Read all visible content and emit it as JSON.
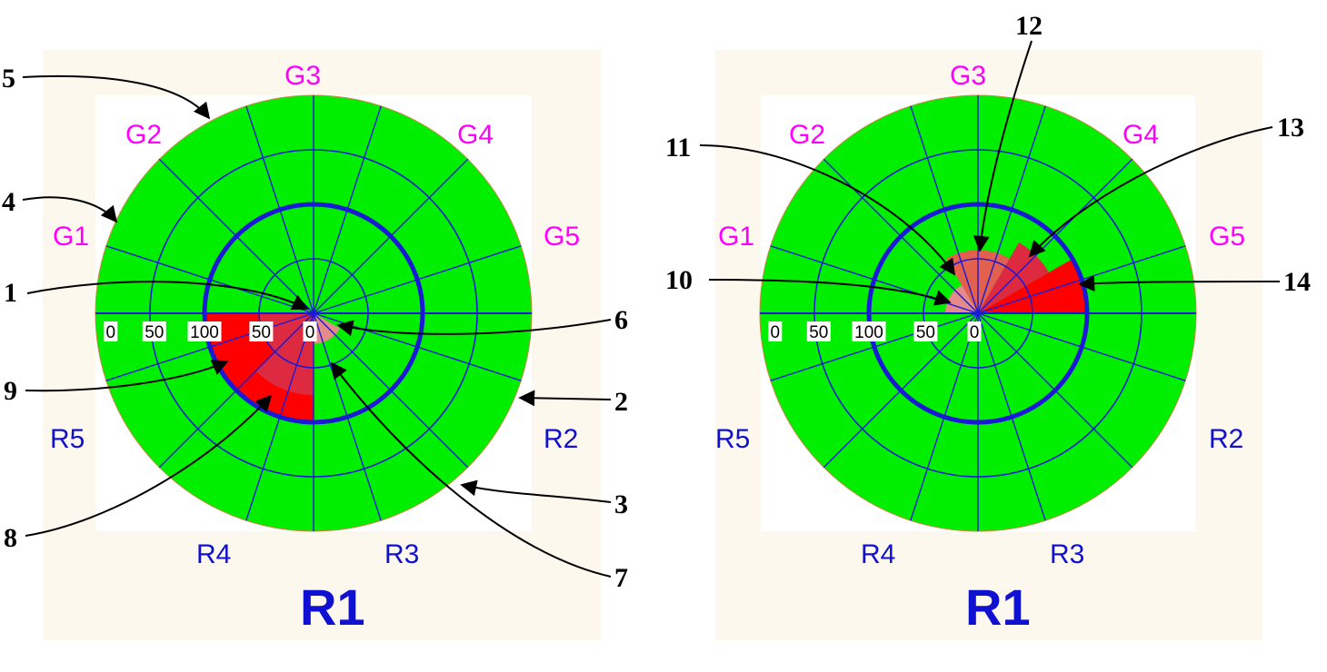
{
  "colors": {
    "panel_background": "#fdf8ee",
    "inner_background": "#ffffff",
    "disc_fill": "#00ee00",
    "grid_lines": "#1a1ad6",
    "g_labels": "#ff00ff",
    "r_labels": "#1010d0",
    "arrows": "#000000",
    "sector_red": "#ff0000",
    "sector_dark_red": "#dd2a40",
    "sector_salmon": "#e2604e",
    "sector_pink": "#e58a8a"
  },
  "panels": [
    {
      "g_labels": [
        "G1",
        "G2",
        "G3",
        "G4",
        "G5"
      ],
      "r_labels": [
        "R2",
        "R3",
        "R4",
        "R5"
      ],
      "big_label": "R1",
      "scale_ticks": [
        "0",
        "50",
        "100",
        "50",
        "0"
      ],
      "sectors": [
        {
          "name": "outer-red",
          "color": "sector_red",
          "start_deg": 180,
          "end_deg": 270,
          "r_outer": 100
        },
        {
          "name": "mid-dark-red",
          "color": "sector_dark_red",
          "start_deg": 225,
          "end_deg": 270,
          "r_outer": 75
        },
        {
          "name": "inner-dark-red",
          "color": "sector_dark_red",
          "start_deg": 180,
          "end_deg": 270,
          "r_outer": 50
        },
        {
          "name": "center-pink",
          "color": "sector_pink",
          "start_deg": 270,
          "end_deg": 330,
          "r_outer": 28
        }
      ]
    },
    {
      "g_labels": [
        "G1",
        "G2",
        "G3",
        "G4",
        "G5"
      ],
      "r_labels": [
        "R2",
        "R3",
        "R4",
        "R5"
      ],
      "big_label": "R1",
      "scale_ticks": [
        "0",
        "50",
        "100",
        "50",
        "0"
      ],
      "sectors": [
        {
          "name": "salmon",
          "color": "sector_salmon",
          "start_deg": 60,
          "end_deg": 120,
          "r_outer": 58
        },
        {
          "name": "dark-red",
          "color": "sector_dark_red",
          "start_deg": 30,
          "end_deg": 60,
          "r_outer": 75
        },
        {
          "name": "red",
          "color": "sector_red",
          "start_deg": 0,
          "end_deg": 30,
          "r_outer": 100
        },
        {
          "name": "pink",
          "color": "sector_pink",
          "start_deg": 120,
          "end_deg": 180,
          "r_outer": 30
        }
      ]
    }
  ],
  "callouts": [
    "1",
    "2",
    "3",
    "4",
    "5",
    "6",
    "7",
    "8",
    "9",
    "10",
    "11",
    "12",
    "13",
    "14"
  ]
}
